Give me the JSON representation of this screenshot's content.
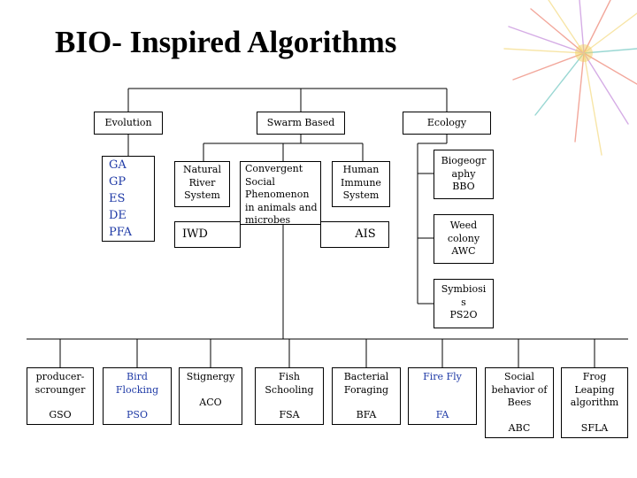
{
  "title": "BIO- Inspired Algorithms",
  "categories": {
    "evolution": "Evolution",
    "swarm": "Swarm Based",
    "ecology": "Ecology"
  },
  "evolution_algorithms": [
    "GA",
    "GP",
    "ES",
    "DE",
    "PFA"
  ],
  "natural_river": {
    "label": [
      "Natural",
      "River",
      "System"
    ],
    "algo": "IWD"
  },
  "convergent": {
    "label": [
      "Convergent",
      "Social",
      "Phenomenon",
      "in animals and",
      "microbes"
    ]
  },
  "human_immune": {
    "label": [
      "Human",
      "Immune",
      "System"
    ],
    "algo": "AIS"
  },
  "ecology_items": [
    {
      "label": [
        "Biogeogr",
        "aphy",
        "BBO"
      ]
    },
    {
      "label": [
        "Weed",
        "colony",
        "AWC"
      ]
    },
    {
      "label": [
        "Symbiosi",
        "s",
        "PS2O"
      ]
    }
  ],
  "swarm_items": [
    {
      "label": [
        "producer-",
        "scrounger"
      ],
      "abbr": "GSO"
    },
    {
      "label": [
        "Bird",
        "Flocking"
      ],
      "abbr": "PSO"
    },
    {
      "label": [
        "Stignergy"
      ],
      "abbr": "ACO"
    },
    {
      "label": [
        "Fish",
        "Schooling"
      ],
      "abbr": "FSA"
    },
    {
      "label": [
        "Bacterial",
        "Foraging"
      ],
      "abbr": "BFA"
    },
    {
      "label": [
        "Fire Fly"
      ],
      "abbr": "FA"
    },
    {
      "label": [
        "Social",
        "behavior of",
        "Bees"
      ],
      "abbr": "ABC"
    },
    {
      "label": [
        "Frog",
        "Leaping",
        "algorithm"
      ],
      "abbr": "SFLA"
    }
  ],
  "colors": {
    "line": "#000000",
    "blue_text": "#1f3aa6",
    "firework_red": "#e8604a",
    "firework_yellow": "#f2d060",
    "firework_purple": "#b36ad1",
    "firework_teal": "#49b8b0"
  }
}
